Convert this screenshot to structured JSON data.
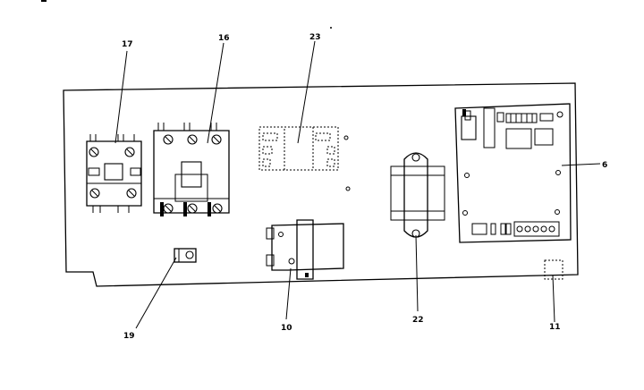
{
  "callouts": {
    "c17": "17",
    "c16": "16",
    "c23": "23",
    "c6": "6",
    "c19": "19",
    "c10": "10",
    "c22": "22",
    "c11": "11"
  }
}
